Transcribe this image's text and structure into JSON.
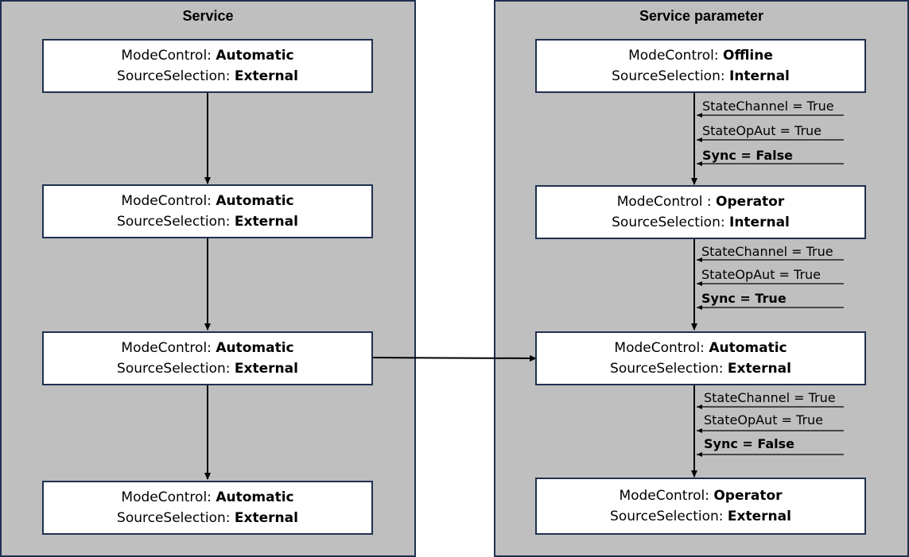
{
  "left_panel": {
    "title": "Service",
    "states": [
      {
        "mode_label": "ModeControl:",
        "mode_value": "Automatic",
        "source_label": "SourceSelection:",
        "source_value": "External"
      },
      {
        "mode_label": "ModeControl:",
        "mode_value": "Automatic",
        "source_label": "SourceSelection:",
        "source_value": "External"
      },
      {
        "mode_label": "ModeControl:",
        "mode_value": "Automatic",
        "source_label": "SourceSelection:",
        "source_value": "External"
      },
      {
        "mode_label": "ModeControl:",
        "mode_value": "Automatic",
        "source_label": "SourceSelection:",
        "source_value": "External"
      }
    ]
  },
  "right_panel": {
    "title": "Service parameter",
    "states": [
      {
        "mode_label": "ModeControl:",
        "mode_value": "Offline",
        "source_label": "SourceSelection:",
        "source_value": "Internal"
      },
      {
        "mode_label": "ModeControl :",
        "mode_value": "Operator",
        "source_label": "SourceSelection:",
        "source_value": "Internal"
      },
      {
        "mode_label": "ModeControl:",
        "mode_value": "Automatic",
        "source_label": "SourceSelection:",
        "source_value": "External"
      },
      {
        "mode_label": "ModeControl:",
        "mode_value": "Operator",
        "source_label": "SourceSelection:",
        "source_value": "External"
      }
    ],
    "transitions": [
      {
        "conditions": [
          "StateChannel = True",
          "StateOpAut = True",
          "Sync = False"
        ]
      },
      {
        "conditions": [
          "StateChannel = True",
          "StateOpAut = True",
          "Sync = True"
        ]
      },
      {
        "conditions": [
          "StateChannel = True",
          "StateOpAut = True",
          "Sync = False"
        ]
      }
    ]
  }
}
